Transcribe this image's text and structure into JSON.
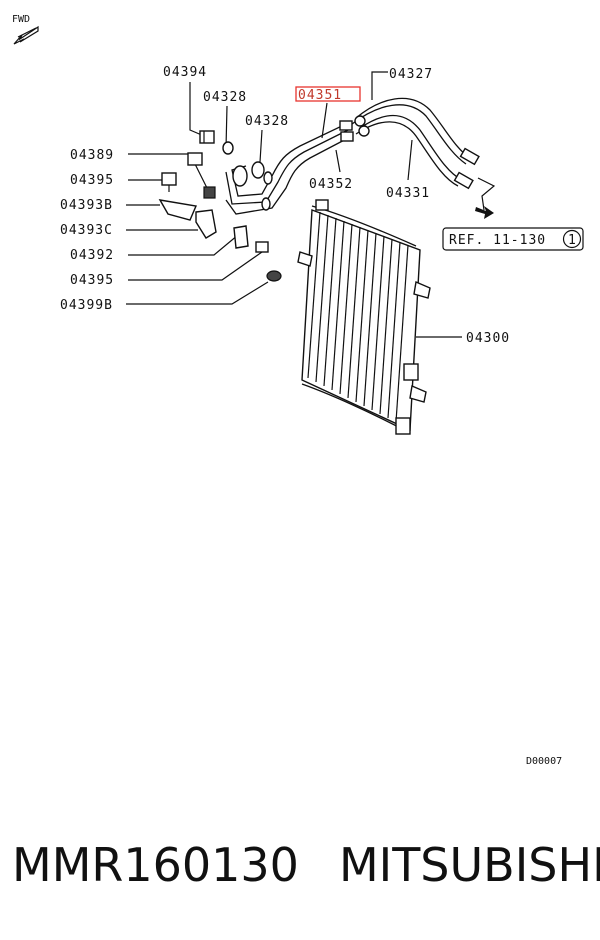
{
  "fwd_label": "FWD",
  "highlight_color": "#e8342e",
  "labels": [
    {
      "id": "l04394",
      "text": "04394"
    },
    {
      "id": "l04328a",
      "text": "04328"
    },
    {
      "id": "l04351",
      "text": "04351"
    },
    {
      "id": "l04327",
      "text": "04327"
    },
    {
      "id": "l04328b",
      "text": "04328"
    },
    {
      "id": "l04389",
      "text": "04389"
    },
    {
      "id": "l04395a",
      "text": "04395"
    },
    {
      "id": "l04352",
      "text": "04352"
    },
    {
      "id": "l04331",
      "text": "04331"
    },
    {
      "id": "l04393b",
      "text": "04393B"
    },
    {
      "id": "l04393c",
      "text": "04393C"
    },
    {
      "id": "l04392",
      "text": "04392"
    },
    {
      "id": "l04395b",
      "text": "04395"
    },
    {
      "id": "l04399b",
      "text": "04399B"
    },
    {
      "id": "l04300",
      "text": "04300"
    }
  ],
  "reference": {
    "text": "REF. 11-130",
    "circle": "1"
  },
  "diagram_code": "D00007",
  "footer": {
    "part_number": "MMR160130",
    "brand": "MITSUBISHI"
  }
}
